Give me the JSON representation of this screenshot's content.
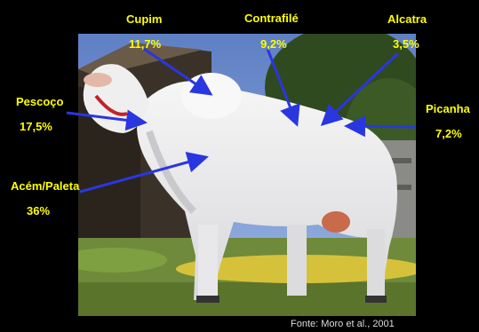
{
  "cuts": [
    {
      "name": "Cupim",
      "percent": "11,7%"
    },
    {
      "name": "Contrafilé",
      "percent": "9,2%"
    },
    {
      "name": "Alcatra",
      "percent": "3,5%"
    },
    {
      "name": "Pescoço",
      "percent": "17,5%"
    },
    {
      "name": "Picanha",
      "percent": "7,2%"
    },
    {
      "name": "Acém/Paleta",
      "percent": "36%"
    }
  ],
  "source": "Fonte: Moro et al., 2001",
  "colors": {
    "label": "#ffff00",
    "arrow": "#2a36e0",
    "background": "#000000"
  }
}
